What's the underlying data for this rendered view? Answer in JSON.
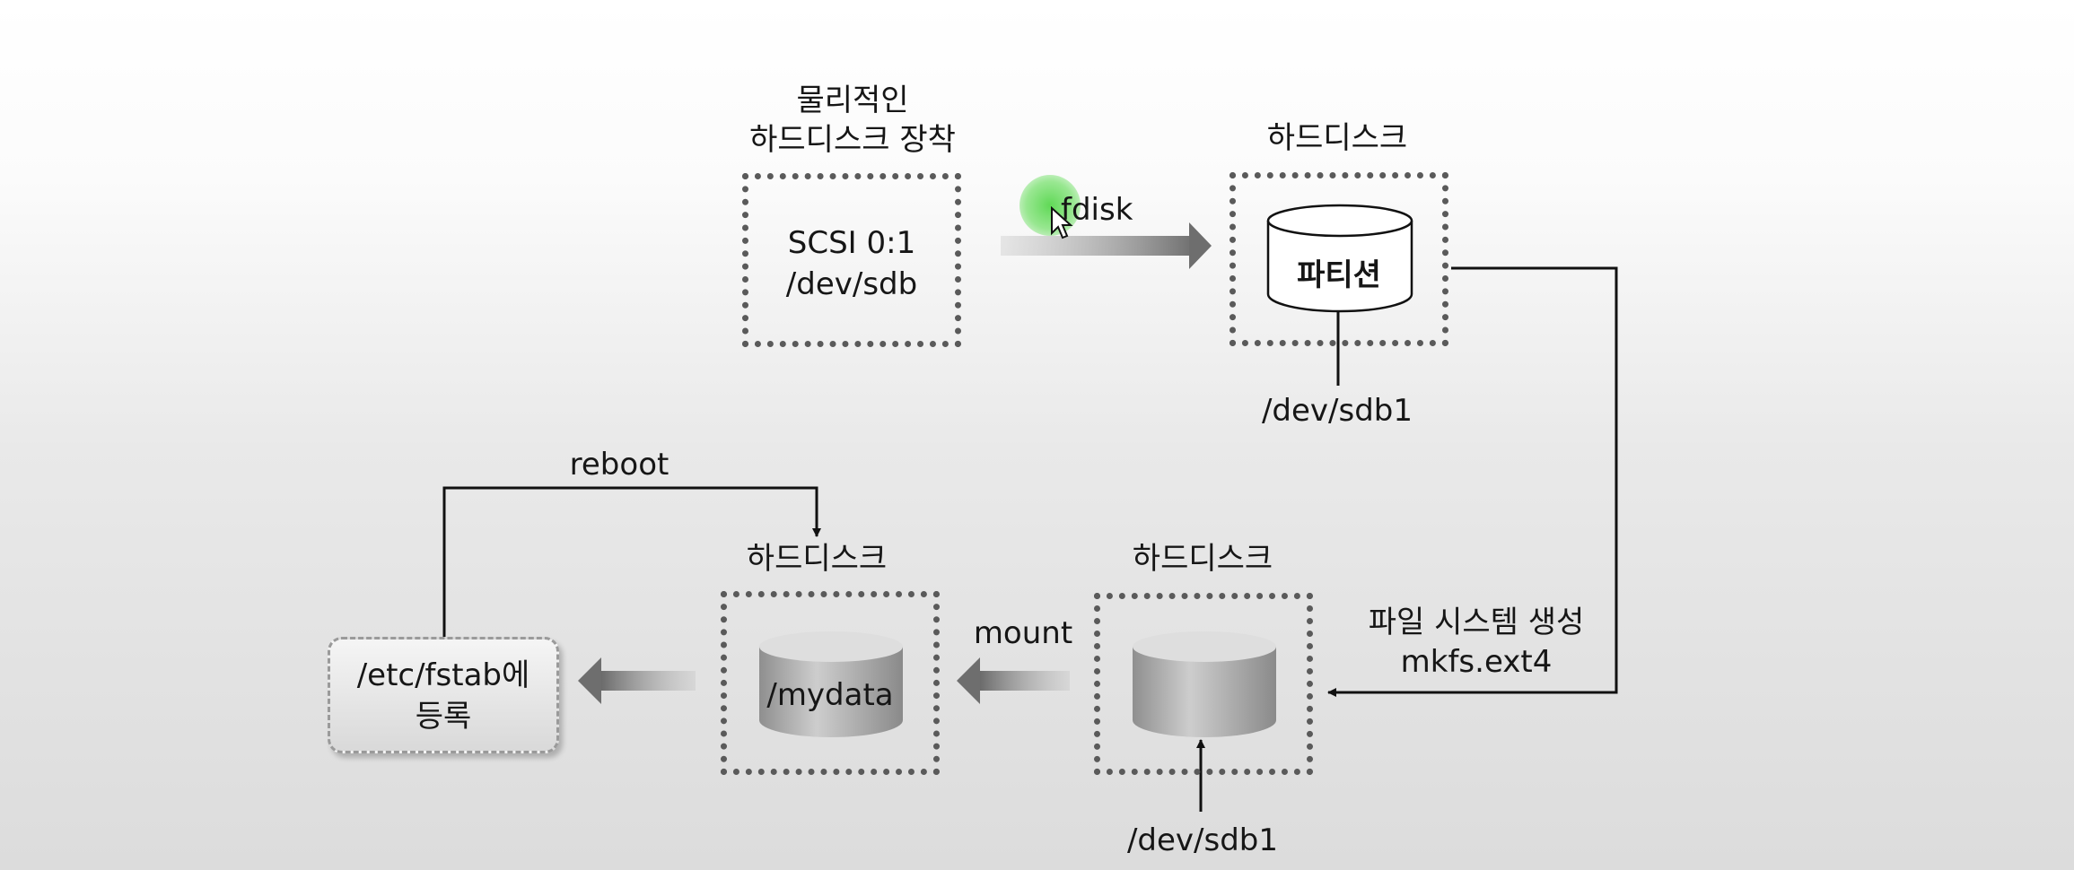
{
  "nodes": {
    "physical_disk": {
      "title_line1": "물리적인",
      "title_line2": "하드디스크 장착",
      "content_line1": "SCSI 0:1",
      "content_line2": "/dev/sdb"
    },
    "partition_disk": {
      "title": "하드디스크",
      "content": "파티션",
      "device": "/dev/sdb1"
    },
    "formatted_disk": {
      "title": "하드디스크",
      "device": "/dev/sdb1"
    },
    "mounted_disk": {
      "title": "하드디스크",
      "content": "/mydata"
    },
    "fstab": {
      "line1": "/etc/fstab에",
      "line2": "등록"
    }
  },
  "edges": {
    "fdisk": "fdisk",
    "mkfs_line1": "파일 시스템 생성",
    "mkfs_line2": "mkfs.ext4",
    "mount": "mount",
    "reboot": "reboot"
  },
  "colors": {
    "cursor_highlight": "#58d74e",
    "box_border": "#5a5a5a",
    "thick_arrow": "#6e6e6e"
  }
}
